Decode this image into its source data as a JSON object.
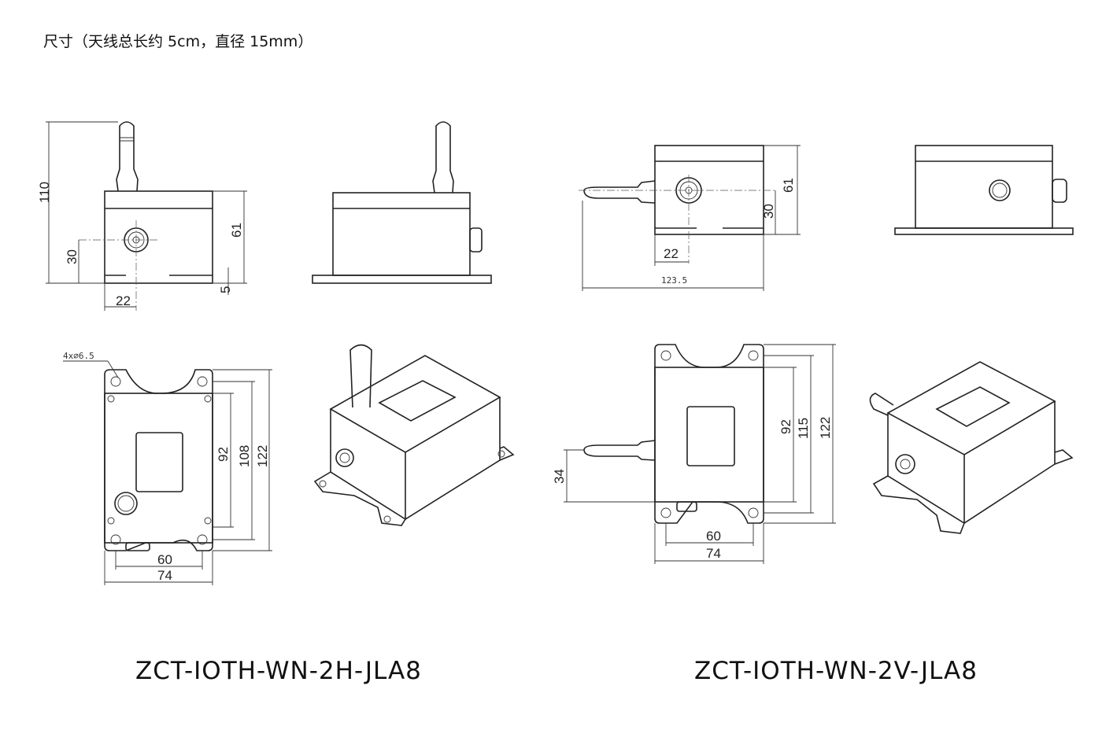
{
  "caption": "尺寸（天线总长约 5cm，直径 15mm）",
  "models": [
    {
      "name": "ZCT-IOTH-WN-2H-JLA8",
      "front_dims": {
        "height_total": "110",
        "height_body": "61",
        "hole_height": "30",
        "base": "5",
        "hole_offset": "22"
      },
      "bottom_dims": {
        "hole_note": "4x∅6.5",
        "d1": "92",
        "d2": "108",
        "d3": "122",
        "w1": "60",
        "w2": "74"
      }
    },
    {
      "name": "ZCT-IOTH-WN-2V-JLA8",
      "front_dims": {
        "height_body": "61",
        "hole_height": "30",
        "hole_offset": "22",
        "length_total": "123.5"
      },
      "bottom_dims": {
        "d1": "92",
        "d2": "115",
        "d3": "122",
        "antenna_offset": "34",
        "w1": "60",
        "w2": "74"
      }
    }
  ]
}
